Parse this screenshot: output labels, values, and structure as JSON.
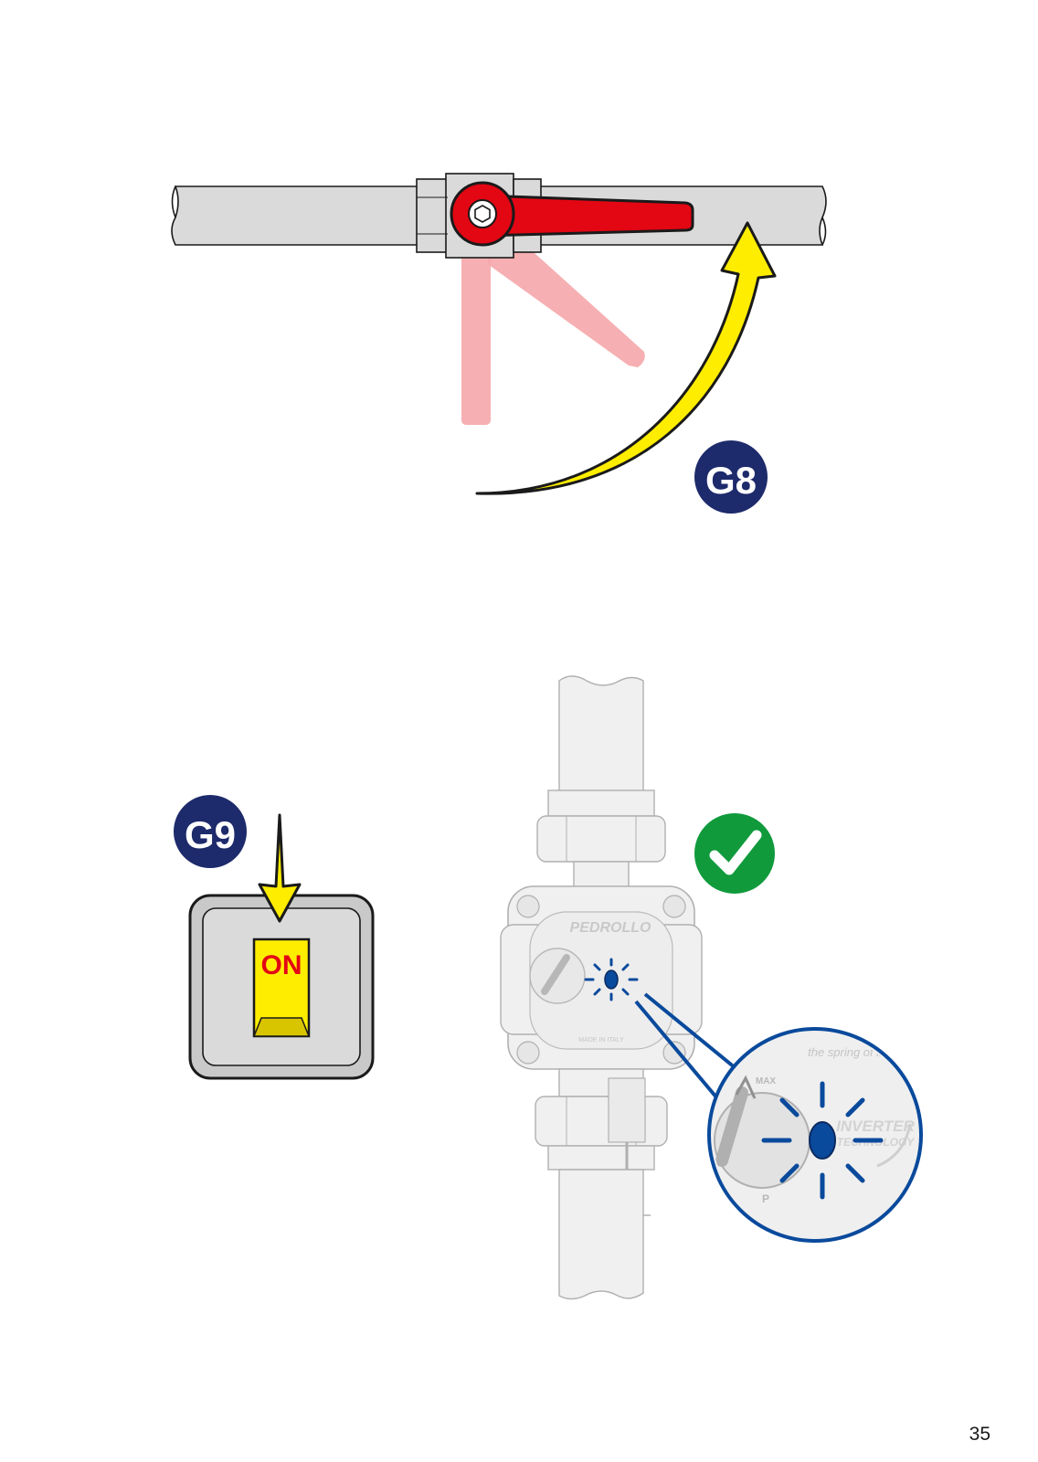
{
  "steps": {
    "g8": {
      "label": "G8",
      "color": "#1d2a6b"
    },
    "g9": {
      "label": "G9",
      "color": "#1d2a6b"
    }
  },
  "switch": {
    "label": "ON",
    "label_color": "#e30613",
    "rocker_color": "#ffed00"
  },
  "valve": {
    "handle_color": "#e30613"
  },
  "arrow": {
    "color": "#ffed00"
  },
  "pump": {
    "brand": "PEDROLLO",
    "tagline": "the spring of life",
    "made_in": "MADE IN ITALY",
    "inverter_line1": "INVERTER",
    "inverter_line2": "TECHNOLOGY",
    "max_label": "MAX",
    "p_label": "P",
    "led_color": "#0a4a9c"
  },
  "check": {
    "color": "#109a3c"
  },
  "page_number": "35"
}
